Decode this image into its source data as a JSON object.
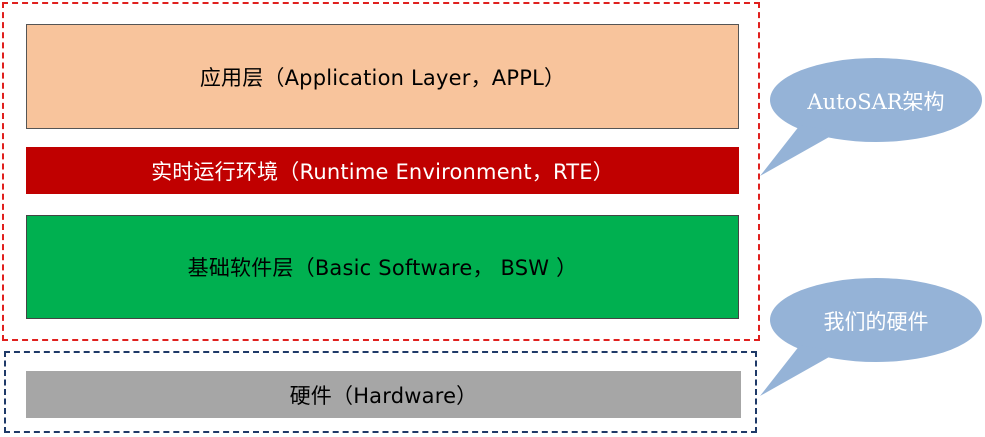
{
  "layers": {
    "application": "应用层（Application Layer，APPL）",
    "rte": "实时运行环境（Runtime Environment，RTE）",
    "bsw": "基础软件层（Basic Software， BSW ）",
    "hardware": "硬件（Hardware）"
  },
  "callouts": {
    "autosar": "AutoSAR架构",
    "hardware": "我们的硬件"
  },
  "colors": {
    "application": "#f8c49c",
    "rte": "#c00000",
    "bsw": "#00b050",
    "hardware": "#a6a6a6",
    "callout": "#95b3d7",
    "autosar_frame": "#e0201e",
    "hardware_frame": "#1f3a68"
  }
}
